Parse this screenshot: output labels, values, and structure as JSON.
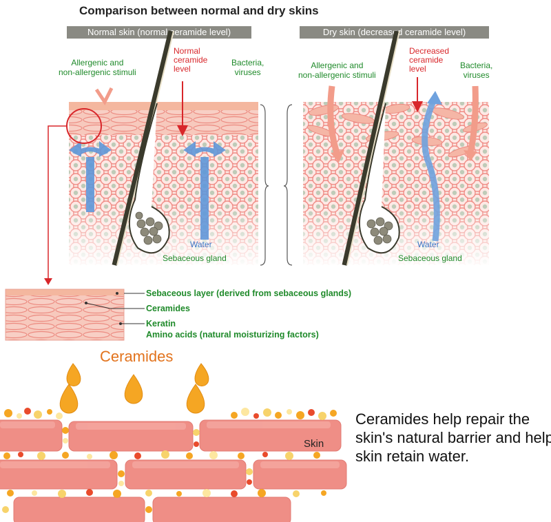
{
  "title": "Comparison between normal and dry skins",
  "normal_panel": {
    "header": "Normal skin (normal ceramide level)",
    "stimuli_label": "Allergenic and\nnon-allergenic stimuli",
    "ceramide_label": "Normal\nceramide\nlevel",
    "bacteria_label": "Bacteria,\nviruses",
    "water_label": "Water",
    "gland_label": "Sebaceous gland"
  },
  "dry_panel": {
    "header": "Dry skin (decreased ceramide level)",
    "stimuli_label": "Allergenic and\nnon-allergenic stimuli",
    "ceramide_label": "Decreased\nceramide\nlevel",
    "bacteria_label": "Bacteria,\nviruses",
    "water_label": "Water",
    "gland_label": "Sebaceous gland"
  },
  "legend": {
    "sebaceous_layer": "Sebaceous layer (derived from sebaceous glands)",
    "ceramides": "Ceramides",
    "keratin": "Keratin",
    "amino_acids": "Amino acids (natural moisturizing factors)"
  },
  "bottom": {
    "ceramides_title": "Ceramides",
    "skin_label": "Skin",
    "description": "Ceramides help repair the skin's natural barrier and help skin retain water."
  },
  "colors": {
    "header_gray": "#8a8a83",
    "label_green": "#1f8a2a",
    "label_red": "#d8262a",
    "water_blue": "#3a77c6",
    "ceramide_orange": "#e2731d",
    "skin_pink": "#f0928e"
  }
}
